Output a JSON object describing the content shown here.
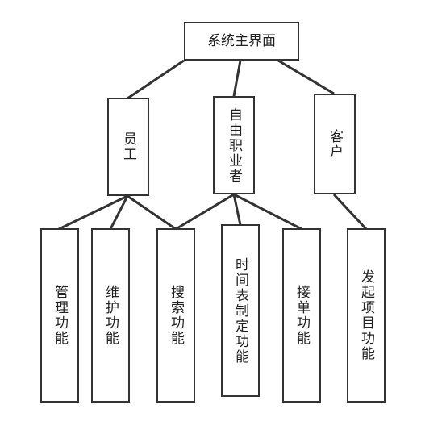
{
  "diagram": {
    "root": {
      "label": "系统主界面"
    },
    "roles": [
      {
        "label": "员工"
      },
      {
        "label": "自由职业者"
      },
      {
        "label": "客户"
      }
    ],
    "functions": [
      {
        "label": "管理功能"
      },
      {
        "label": "维护功能"
      },
      {
        "label": "搜索功能"
      },
      {
        "label": "时间表制定功能"
      },
      {
        "label": "接单功能"
      },
      {
        "label": "发起项目功能"
      }
    ],
    "colors": {
      "line": "#333333",
      "border": "#333333",
      "text": "#222222",
      "background": "#ffffff"
    }
  }
}
